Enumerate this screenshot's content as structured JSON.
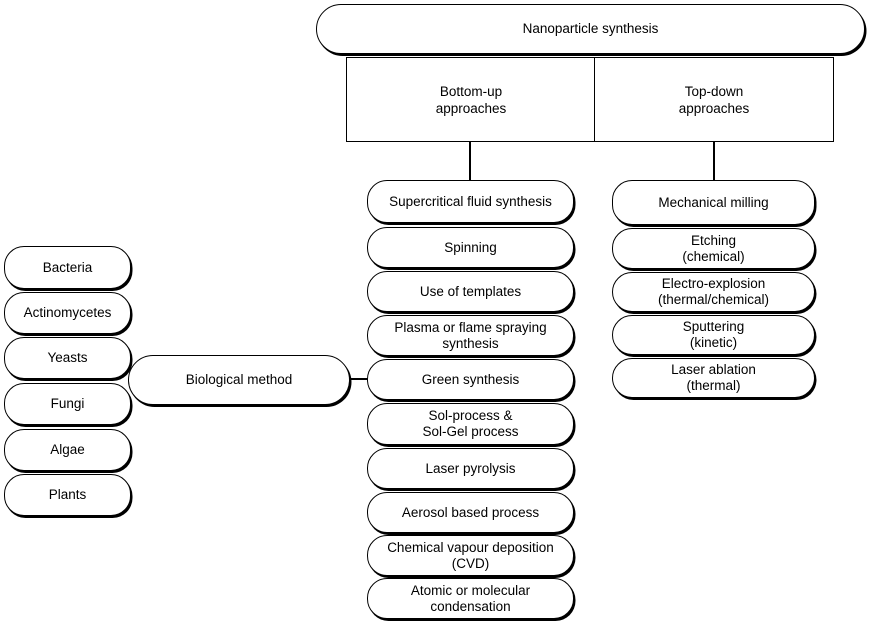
{
  "root": "Nanoparticle synthesis",
  "approaches": {
    "bottom_up": "Bottom-up\napproaches",
    "top_down": "Top-down\napproaches"
  },
  "bottom_up_methods": [
    "Supercritical fluid synthesis",
    "Spinning",
    "Use of templates",
    "Plasma or flame spraying\nsynthesis",
    "Green synthesis",
    "Sol-process &\nSol-Gel process",
    "Laser pyrolysis",
    "Aerosol based process",
    "Chemical vapour deposition\n(CVD)",
    "Atomic or molecular\ncondensation"
  ],
  "top_down_methods": [
    "Mechanical milling",
    "Etching\n(chemical)",
    "Electro-explosion\n(thermal/chemical)",
    "Sputtering\n(kinetic)",
    "Laser ablation\n(thermal)"
  ],
  "biological": {
    "method": "Biological method",
    "sources": [
      "Bacteria",
      "Actinomycetes",
      "Yeasts",
      "Fungi",
      "Algae",
      "Plants"
    ]
  }
}
